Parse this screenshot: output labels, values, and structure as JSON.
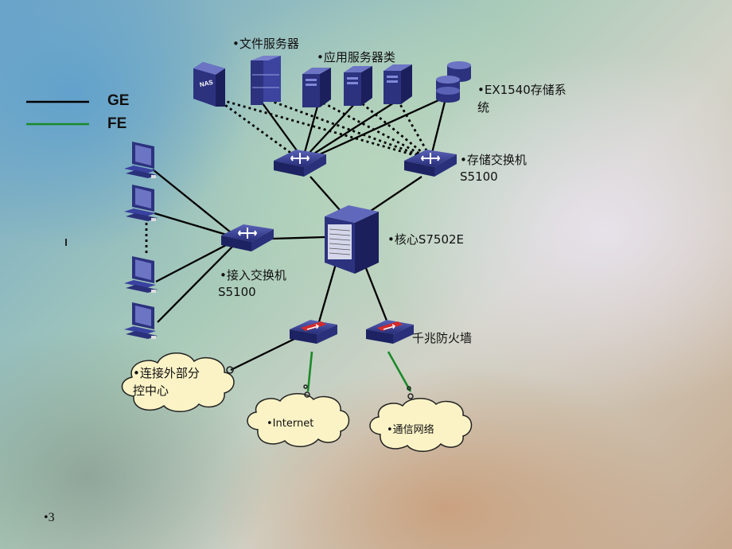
{
  "legend": {
    "ge_label": "GE",
    "fe_label": "FE",
    "ge_color": "#000000",
    "fe_color": "#1a8a2a"
  },
  "labels": {
    "file_server": "•文件服务器",
    "app_server": "•应用服务器类",
    "storage_line1": "•EX1540存储系",
    "storage_line2": "统",
    "storage_switch_line1": "•存储交换机",
    "storage_switch_line2": "S5100",
    "core": "•核心S7502E",
    "access_switch_line1": "•接入交换机",
    "access_switch_line2": "S5100",
    "firewall": "千兆防火墙",
    "external_line1": "•连接外部分",
    "external_line2": "控中心",
    "internet": "•Internet",
    "telecom": "•通信网络"
  },
  "icons": {
    "nas_text": "NAS"
  },
  "page_number": "•3"
}
